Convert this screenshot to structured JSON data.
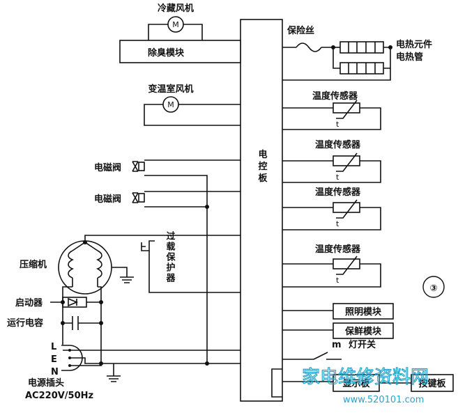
{
  "labels": {
    "fridge_fan": "冷藏风机",
    "deodor_module": "除臭模块",
    "var_fan": "变温室风机",
    "fuse": "保险丝",
    "heater_line1": "电热元件",
    "heater_line2": "电热管",
    "controller": "电控板",
    "temp_sensor": "温度传感器",
    "sensor_t": "t",
    "solenoid1": "电磁阀",
    "solenoid2": "电磁阀",
    "overload": "过载保护器",
    "compressor": "压缩机",
    "starter": "启动器",
    "run_cap": "运行电容",
    "plug_L": "L",
    "plug_E": "E",
    "plug_N": "N",
    "plug_title": "电源插头",
    "plug_spec": "AC220V/50Hz",
    "light_module": "照明模块",
    "fresh_module": "保鲜模块",
    "lamp_switch": "灯开关",
    "lamp_m": "m",
    "display": "显示板",
    "keypad": "按键板",
    "motor_m": "M",
    "figure_no": "③"
  },
  "watermark": {
    "text": "家电维修资料网",
    "url": "www.520101.com"
  }
}
